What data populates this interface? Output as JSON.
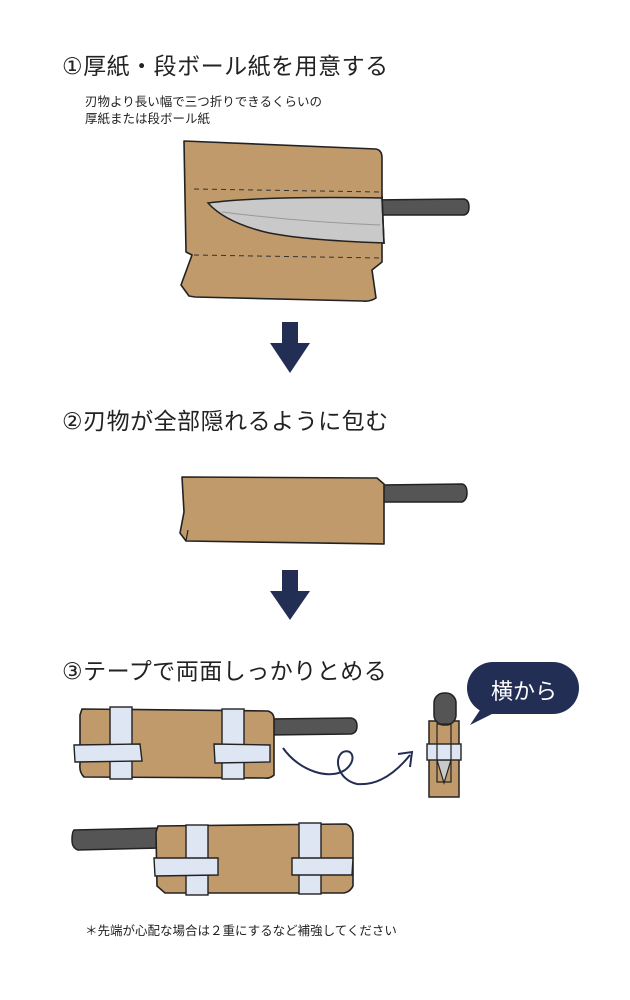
{
  "steps": [
    {
      "title": "①厚紙・段ボール紙を用意する",
      "note_lines": [
        "刃物より長い幅で三つ折りできるくらいの",
        "厚紙または段ボール紙"
      ]
    },
    {
      "title": "②刃物が全部隠れるように包む"
    },
    {
      "title": "③テープで両面しっかりとめる"
    }
  ],
  "bubble": {
    "label": "横から"
  },
  "footnote": "＊先端が心配な場合は２重にするなど補強してください",
  "icons": [
    "down-arrow-icon",
    "curly-arrow-icon",
    "speech-bubble-icon",
    "knife-icon"
  ],
  "colors": {
    "cardboard": "#c19a6b",
    "outline": "#222222",
    "tape": "#dde6f2",
    "arrow": "#232e54",
    "blade": "#c9c9c9",
    "handle": "#555555"
  }
}
